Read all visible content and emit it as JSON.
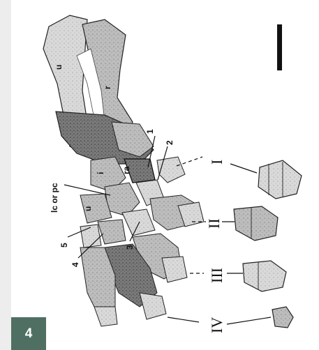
{
  "figure": {
    "panel_number": "4",
    "labels": {
      "u": "u",
      "r": "r",
      "ra": "ra",
      "i": "i",
      "u2": "u",
      "lc_pc": "lc or pc",
      "n1": "1",
      "n2": "2",
      "n3": "3",
      "n4": "4",
      "n5": "5"
    },
    "digits": {
      "I": "I",
      "II": "II",
      "III": "III",
      "IV": "IV"
    }
  }
}
